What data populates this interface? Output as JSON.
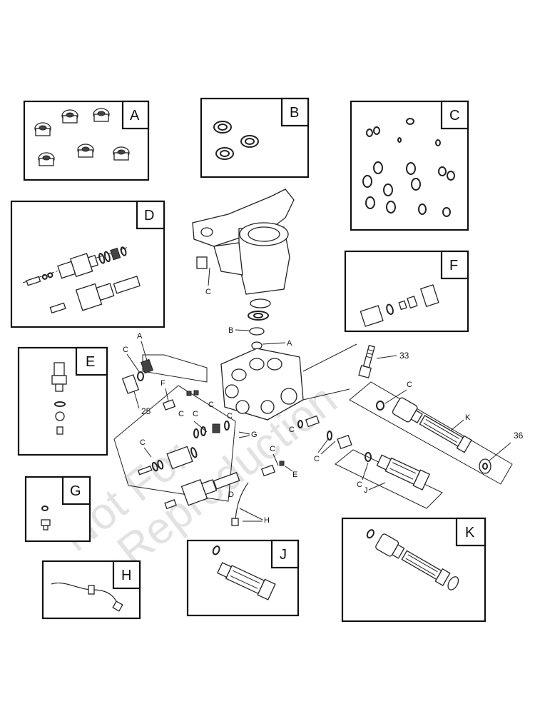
{
  "watermark": {
    "line1": "Not For",
    "line2": "Reproduction"
  },
  "kits": {
    "A": "A",
    "B": "B",
    "C": "C",
    "D": "D",
    "E": "E",
    "F": "F",
    "G": "G",
    "H": "H",
    "J": "J",
    "K": "K"
  },
  "callouts": {
    "pump_c": "C",
    "b": "B",
    "a1": "A",
    "a2": "A",
    "c2": "C",
    "n25": "25",
    "f": "F",
    "c3": "C",
    "c4": "C",
    "c5": "C",
    "c6": "C",
    "g": "G",
    "c7": "C",
    "c8": "C",
    "c9": "C",
    "c10": "C",
    "e": "E",
    "d": "D",
    "h": "H",
    "n33": "33",
    "c11": "C",
    "k": "K",
    "n36": "36",
    "c12": "C",
    "j": "J"
  }
}
